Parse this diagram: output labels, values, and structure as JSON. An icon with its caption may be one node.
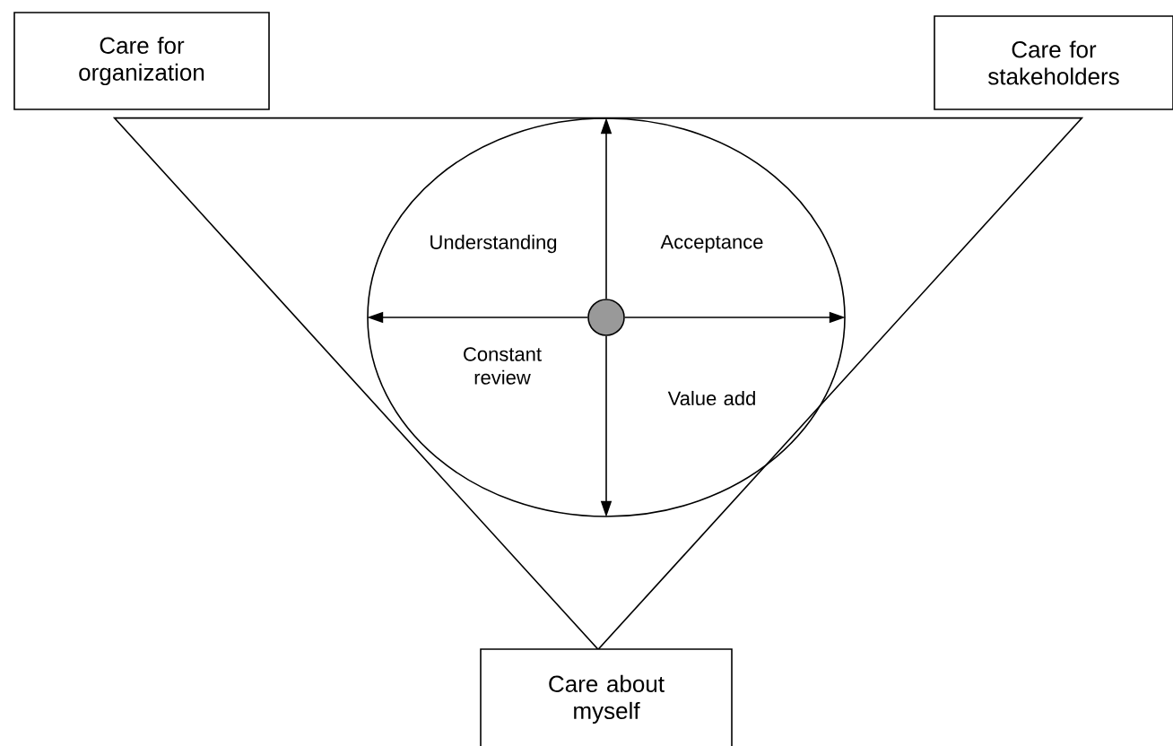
{
  "diagram": {
    "nodes": [
      {
        "text": [
          "Care for organization"
        ]
      },
      {
        "text": [
          "Care for stakeholders"
        ]
      },
      {
        "text": [],
        "shape": "triangle"
      },
      {
        "text": [
          "Understanding",
          "Acceptance",
          "Constant review",
          "Value add"
        ],
        "in": 2
      },
      {
        "text": [],
        "shape": "circle",
        "in": 3
      },
      {
        "text": [
          "Care about myself"
        ]
      }
    ],
    "edges": [
      {
        "from": 4,
        "to": 3,
        "arrow": "to"
      },
      {
        "from": 4,
        "to": 3,
        "arrow": "to"
      },
      {
        "from": 4,
        "to": 3,
        "arrow": "to"
      },
      {
        "from": 4,
        "to": 3,
        "arrow": "to"
      }
    ]
  }
}
